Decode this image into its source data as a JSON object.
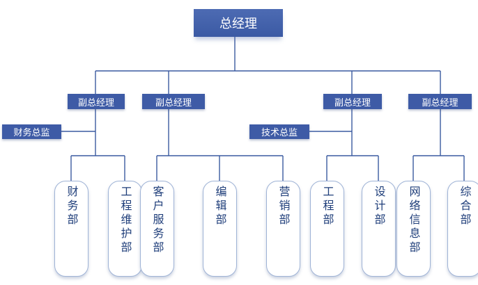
{
  "org_chart": {
    "ceo": "总经理",
    "vice_presidents": [
      "副总经理",
      "副总经理",
      "副总经理",
      "副总经理"
    ],
    "directors": [
      "财务总监",
      "技术总监"
    ],
    "departments": [
      "财务部",
      "工程维护部",
      "客户服务部",
      "编辑部",
      "营销部",
      "工程部",
      "设计部",
      "网络信息部",
      "综合部"
    ]
  }
}
